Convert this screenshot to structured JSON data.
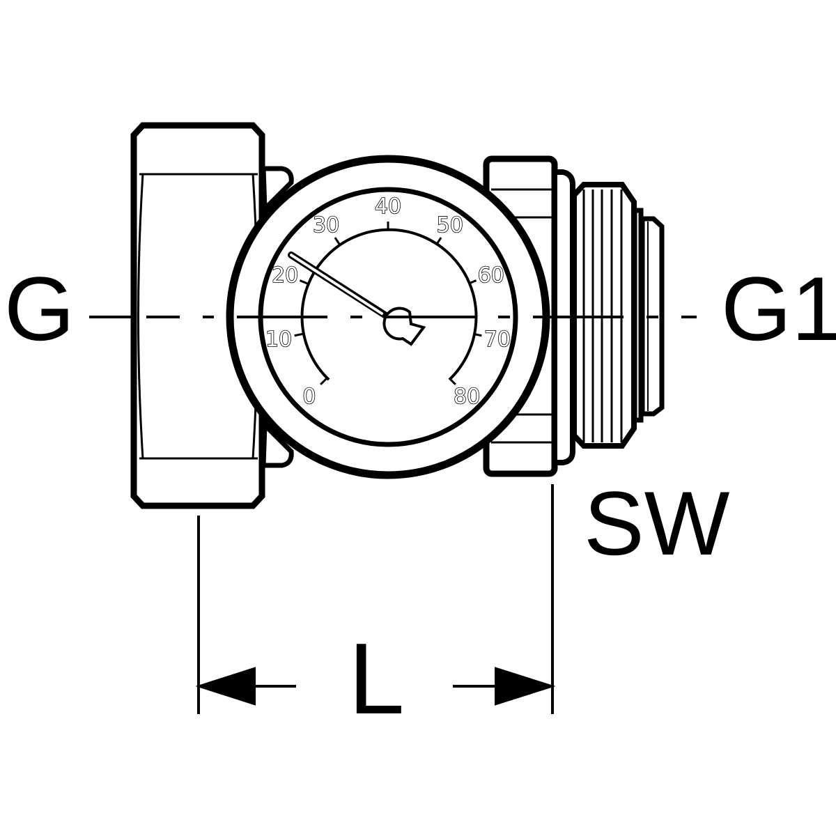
{
  "labels": {
    "left_thread": "G",
    "right_thread": "G1",
    "wrench_size": "SW",
    "length": "L"
  },
  "gauge": {
    "scale_labels": [
      "0",
      "10",
      "20",
      "30",
      "40",
      "50",
      "60",
      "70",
      "80"
    ],
    "scale_min": 0,
    "scale_max": 80,
    "needle_value": 23
  },
  "colors": {
    "line": "#000000",
    "background": "#ffffff"
  }
}
